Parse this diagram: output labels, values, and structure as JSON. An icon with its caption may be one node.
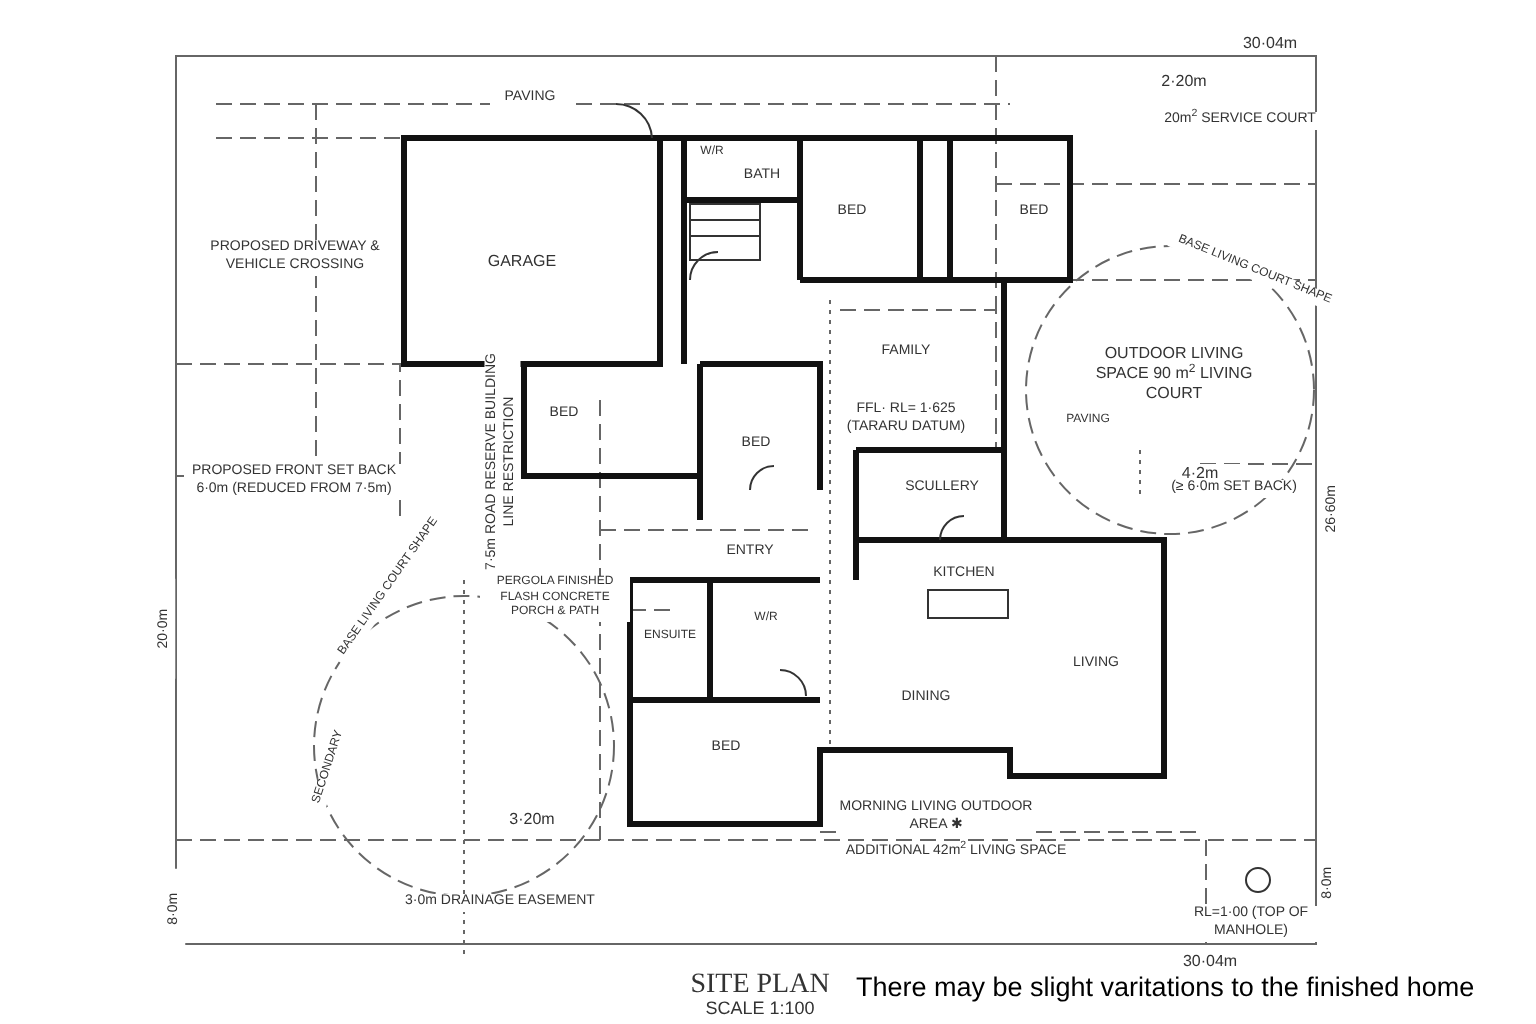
{
  "diagram": {
    "title": "SITE PLAN",
    "caption": "There may be slight varitations to the finished home",
    "labels": [
      "30·04m",
      "PAVING",
      "2·20m",
      "20m$^{2}$ SERVICE COURT",
      "W/R",
      "BATH",
      "BED",
      "BED",
      "PROPOSED DRIVEWAY & VEHICLE CROSSING",
      "GARAGE",
      "BASE LIVING COURT SHAPE",
      "FAMILY",
      "OUTDOOR LIVING SPACE 90 m$^{2}$ LIVING COURT",
      "BED",
      "BED",
      "FFL· RL= 1·625 (TARARU DATUM)",
      "PAVING",
      "7·5m ROAD RESERVE BUILDING LINE RESTRICTION",
      "PROPOSED FRONT SET BACK 6·0m (REDUCED FROM 7·5m)",
      "SCULLERY",
      "4·2m",
      "(≥ 6·0m SET BACK)",
      "ENTRY",
      "26·60m",
      "20·0m",
      "PERGOLA FINISHED FLASH CONCRETE PORCH & PATH",
      "ENSUITE",
      "W/R",
      "KITCHEN",
      "LIVING",
      "DINING",
      "BED",
      "BASE LIVING COURT SHAPE",
      "SECONDARY",
      "3·20m",
      "3·0m DRAINAGE EASEMENT",
      "8·0m",
      "MORNING LIVING OUTDOOR AREA ✱",
      "ADDITIONAL 42m$^{2}$ LIVING SPACE",
      "RL=1·00 (TOP OF MANHOLE)",
      "8·0m",
      "30·04m",
      "SCALE 1:100"
    ]
  }
}
